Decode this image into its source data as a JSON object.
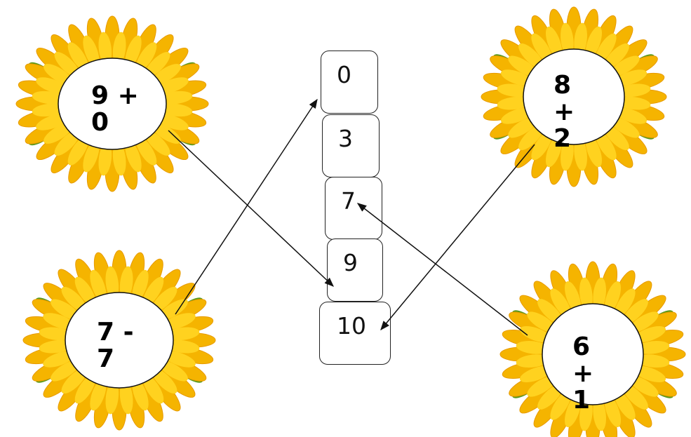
{
  "answers": [
    "0",
    "3",
    "7",
    "9",
    "10"
  ],
  "expressions": {
    "top_left": "9 +\n0",
    "bottom_left": "7 -\n7",
    "top_right": "8\n+\n2",
    "bottom_right": "6\n+\n1"
  },
  "colors": {
    "petal_outer": "#f5b400",
    "petal_inner": "#ffd21f",
    "leaf": "#5a9a1c",
    "arrow": "#111111"
  }
}
